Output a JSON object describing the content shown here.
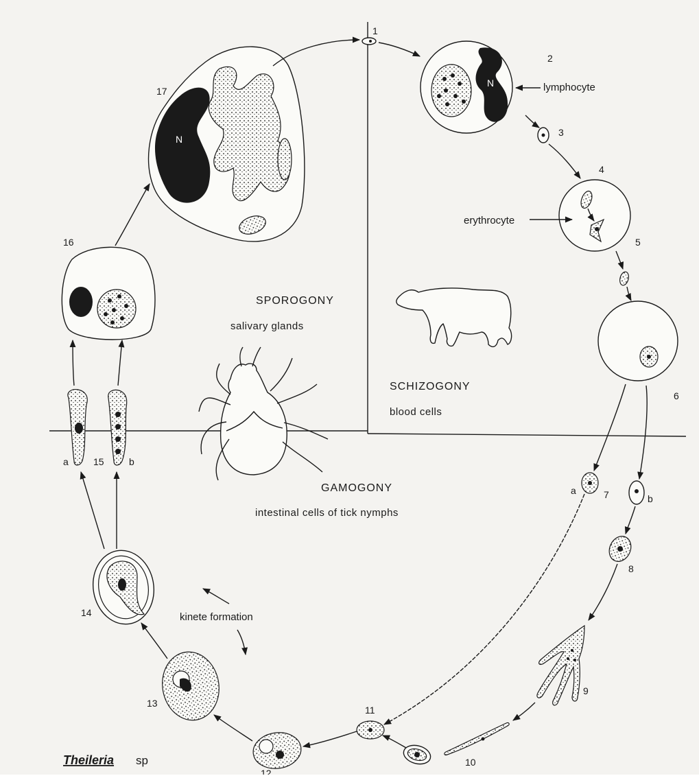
{
  "labels": {
    "n1": "1",
    "n2": "2",
    "n3": "3",
    "n4": "4",
    "n5": "5",
    "n6": "6",
    "n7": "7",
    "n8": "8",
    "n9": "9",
    "n10": "10",
    "n11": "11",
    "n12": "12",
    "n13": "13",
    "n14": "14",
    "n15": "15",
    "n16": "16",
    "n17": "17",
    "a7": "a",
    "b7": "b",
    "a15": "a",
    "b15": "b",
    "N_big": "N",
    "N_lym": "N",
    "lymphocyte": "lymphocyte",
    "erythrocyte": "erythrocyte",
    "kinete": "kinete formation"
  },
  "sections": {
    "sporogony_title": "SPOROGONY",
    "sporogony_sub": "salivary glands",
    "schizogony_title": "SCHIZOGONY",
    "schizogony_sub": "blood cells",
    "gamogony_title": "GAMOGONY",
    "gamogony_sub": "intestinal cells of tick nymphs"
  },
  "caption": {
    "genus": "Theileria",
    "species": "sp"
  }
}
